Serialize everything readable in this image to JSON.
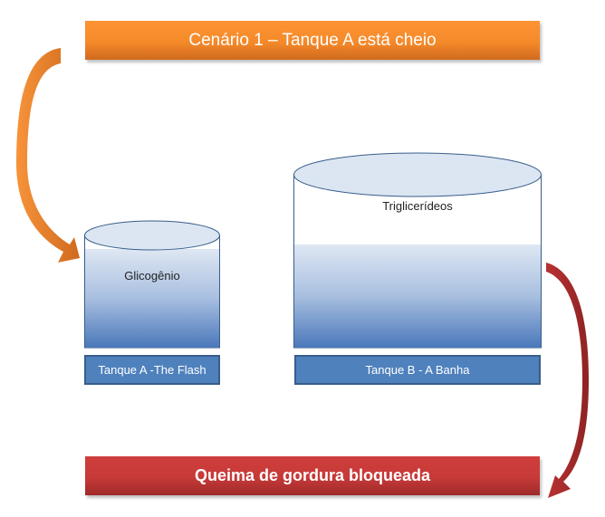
{
  "title": "Cenário 1 – Tanque A está cheio",
  "result": "Queima de gordura bloqueada",
  "tanks": [
    {
      "content": "Glicogênio",
      "label": "Tanque A -The Flash",
      "fill_fraction": 0.9
    },
    {
      "content": "Triglicerídeos",
      "label": "Tanque B - A Banha",
      "fill_fraction": 0.6
    }
  ],
  "colors": {
    "orange": "#f58a2a",
    "red": "#c63a38",
    "blue": "#4f81bd",
    "cap": "#dce6f2"
  }
}
